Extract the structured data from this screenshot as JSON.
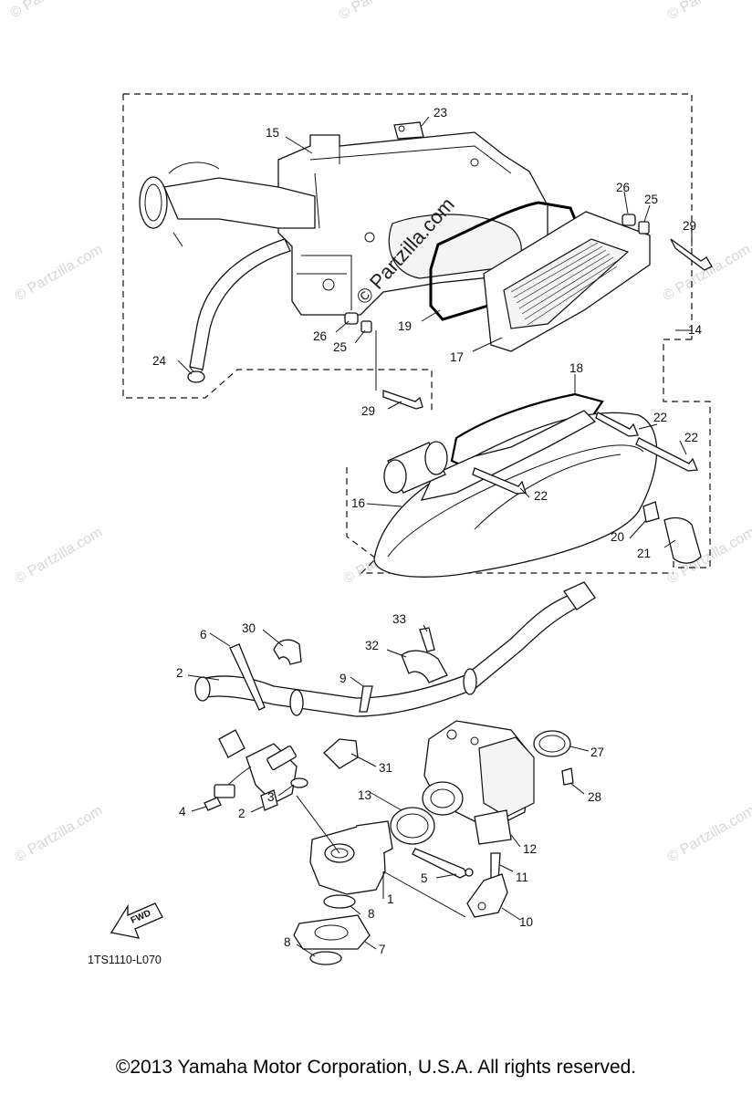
{
  "watermarks": [
    "© Partzilla.com",
    "© Partzilla.com",
    "© Partzilla.com",
    "© Partzilla.com",
    "© Partzilla.com",
    "© Partzilla.com",
    "© Partzilla.com",
    "© Partzilla.com",
    "© Partzilla.com",
    "© Partzilla.com"
  ],
  "center_watermark": "© Partzilla.com",
  "callouts": [
    "1",
    "2",
    "2",
    "3",
    "4",
    "5",
    "6",
    "7",
    "8",
    "8",
    "9",
    "10",
    "11",
    "12",
    "13",
    "14",
    "15",
    "16",
    "17",
    "18",
    "19",
    "20",
    "21",
    "22",
    "22",
    "22",
    "23",
    "24",
    "25",
    "25",
    "26",
    "26",
    "27",
    "28",
    "29",
    "29",
    "30",
    "31",
    "32",
    "33"
  ],
  "fwd_label": "FWD",
  "diagram_code": "1TS1110-L070",
  "copyright": "©2013  Yamaha Motor Corporation, U.S.A. All rights reserved."
}
